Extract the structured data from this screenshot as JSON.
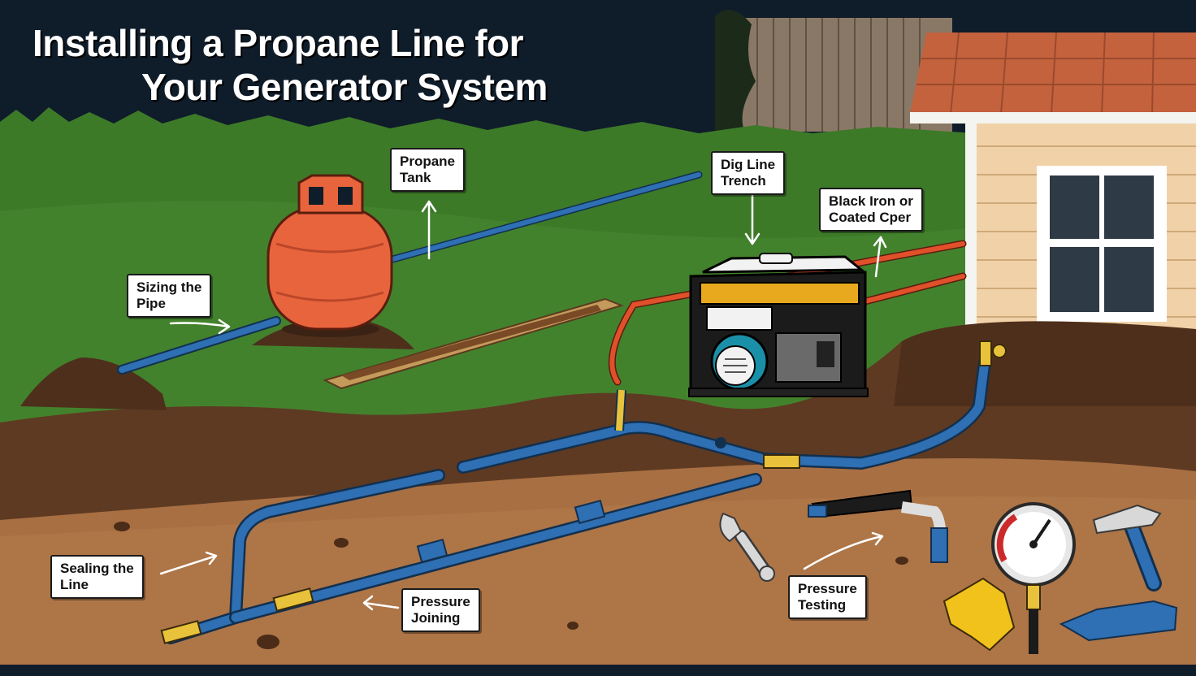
{
  "title": {
    "line1": "Installing a Propane Line for",
    "line2": "Your  Generator System"
  },
  "callouts": {
    "propane_tank": "Propane\nTank",
    "dig_line_trench": "Dig Line\nTrench",
    "black_iron": "Black Iron or\nCoated Cper",
    "sizing_pipe": "Sizing the\nPipe",
    "sealing_line": "Sealing the\nLine",
    "pressure_joining": "Pressure\nJoining",
    "pressure_testing": "Pressure\nTesting"
  },
  "icons": [
    "propane-tank-icon",
    "generator-icon",
    "house-icon",
    "wrench-icon",
    "pipe-bender-icon",
    "pressure-gauge-icon",
    "hammer-icon",
    "gloves-icon"
  ],
  "colors": {
    "pipe_blue": "#2f6fb3",
    "pipe_orange": "#e0502a",
    "tank_orange": "#e8643c",
    "grass": "#3d7a28",
    "soil": "#7a4a2a",
    "sky_dark": "#0f1c2a"
  }
}
